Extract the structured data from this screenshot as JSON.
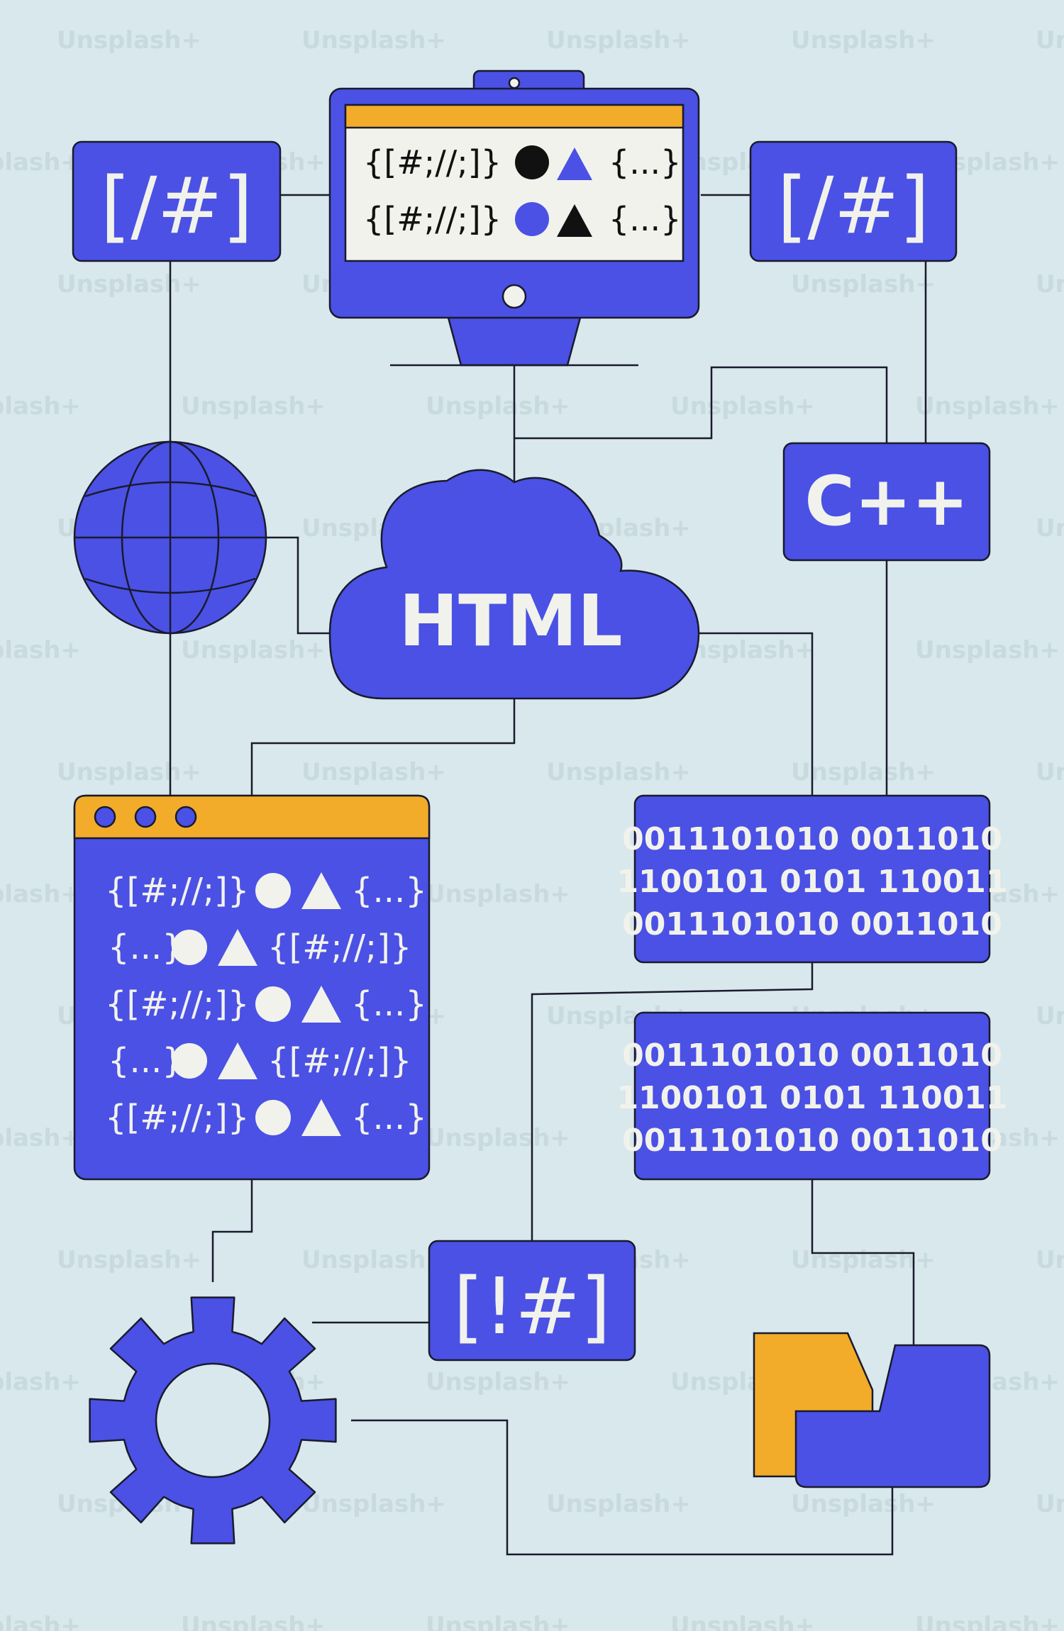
{
  "watermark": "Unsplash+",
  "colors": {
    "background": "#d8e8ec",
    "blue": "#4a51e4",
    "yellow": "#f2ac2a",
    "cream": "#f2f2ec",
    "outline": "#1a1a2e"
  },
  "monitor": {
    "line1": "{[#;//;]}",
    "line1_end": "{...}",
    "line2": "{[#;//;]}",
    "line2_end": "{...}"
  },
  "left_tag": "[/#]",
  "right_tag": "[/#]",
  "cpp_label": "C++",
  "cloud_label": "HTML",
  "code_window": {
    "rows": [
      {
        "a": "{[#;//;]}",
        "b": "{...}"
      },
      {
        "a": "{...}",
        "b": "{[#;//;]}"
      },
      {
        "a": "{[#;//;]}",
        "b": "{...}"
      },
      {
        "a": "{...}",
        "b": "{[#;//;]}"
      },
      {
        "a": "{[#;//;]}",
        "b": "{...}"
      }
    ]
  },
  "binary_top": [
    "0011101010  0011010",
    "1100101  0101  110011",
    "0011101010  0011010"
  ],
  "binary_bottom": [
    "0011101010  0011010",
    "1100101  0101  110011",
    "0011101010  0011010"
  ],
  "bang_tag": "[!#]",
  "icons": [
    "monitor-icon",
    "globe-icon",
    "cloud-icon",
    "gear-icon",
    "folder-icon"
  ]
}
